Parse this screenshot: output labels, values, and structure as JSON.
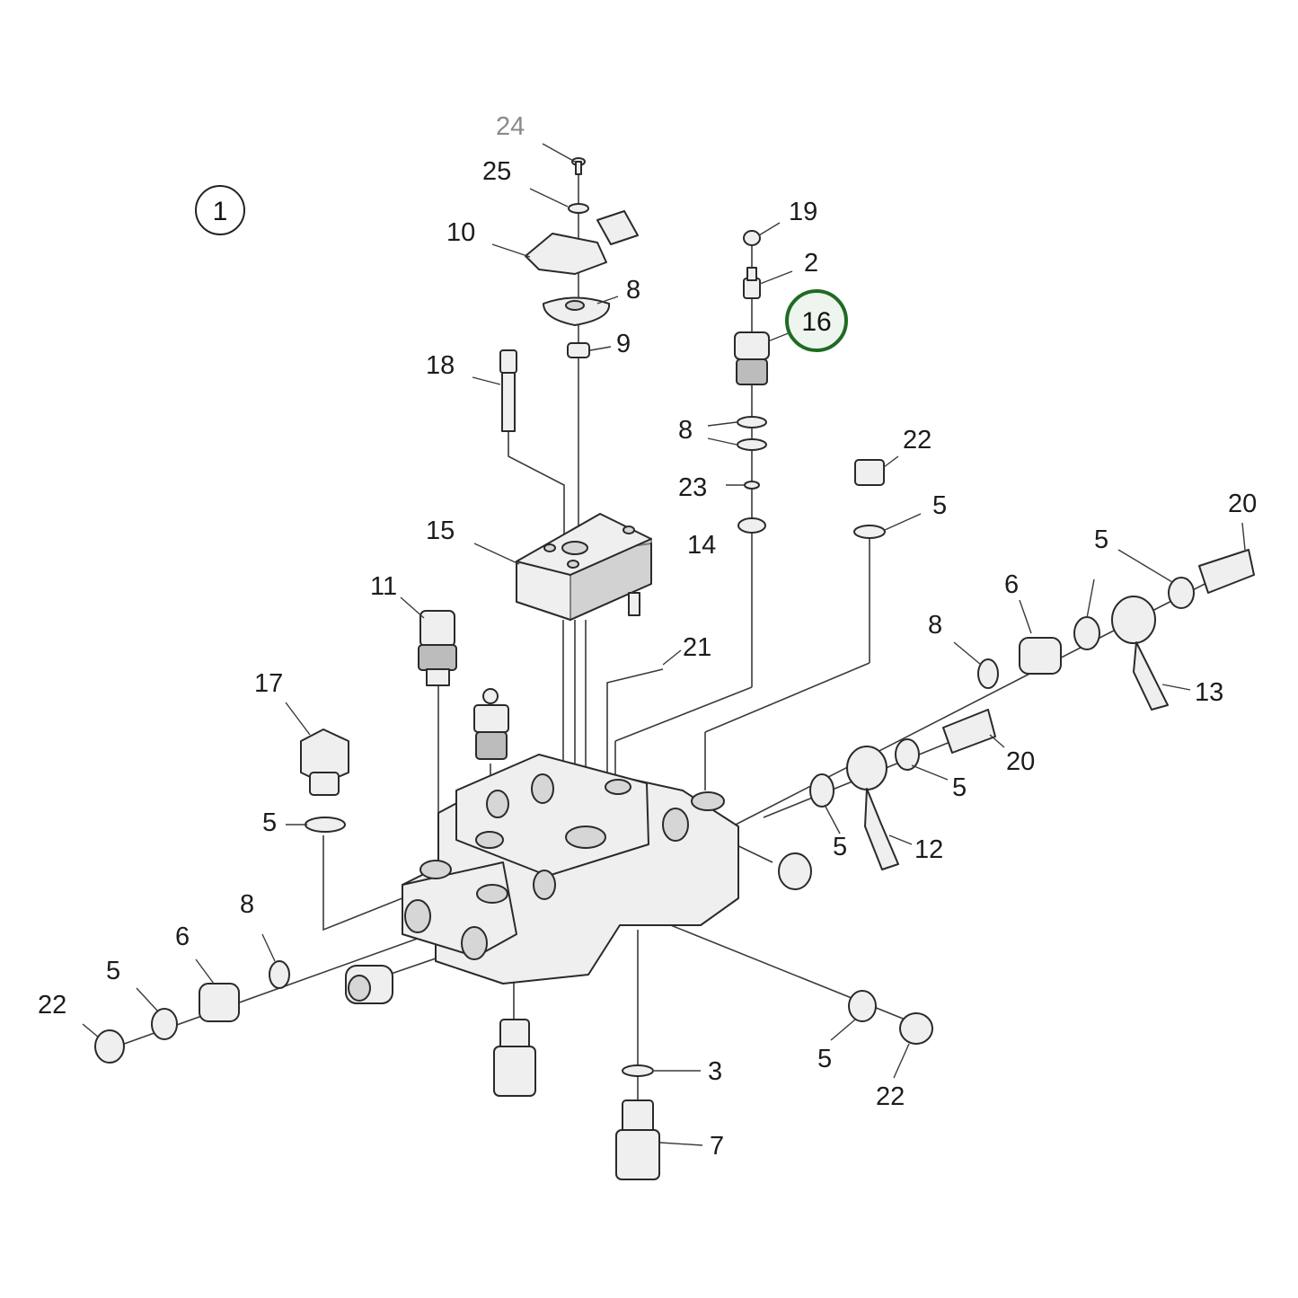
{
  "assembly_marker": "1",
  "highlighted_part": "16",
  "highlight_color": "#1f6b24",
  "callouts": {
    "c24": "24",
    "c25": "25",
    "c10": "10",
    "c8a": "8",
    "c9": "9",
    "c18": "18",
    "c19": "19",
    "c2": "2",
    "c8b": "8",
    "c23": "23",
    "c14": "14",
    "c22a": "22",
    "c5a": "5",
    "c20a": "20",
    "c5b": "5",
    "c6a": "6",
    "c8c": "8",
    "c13": "13",
    "c15": "15",
    "c11": "11",
    "c21": "21",
    "c17": "17",
    "c5c": "5",
    "c20b": "20",
    "c5d": "5",
    "c5e": "5",
    "c12": "12",
    "c8d": "8",
    "c6b": "6",
    "c5f": "5",
    "c22b": "22",
    "c3": "3",
    "c7": "7",
    "c5g": "5",
    "c22c": "22"
  }
}
